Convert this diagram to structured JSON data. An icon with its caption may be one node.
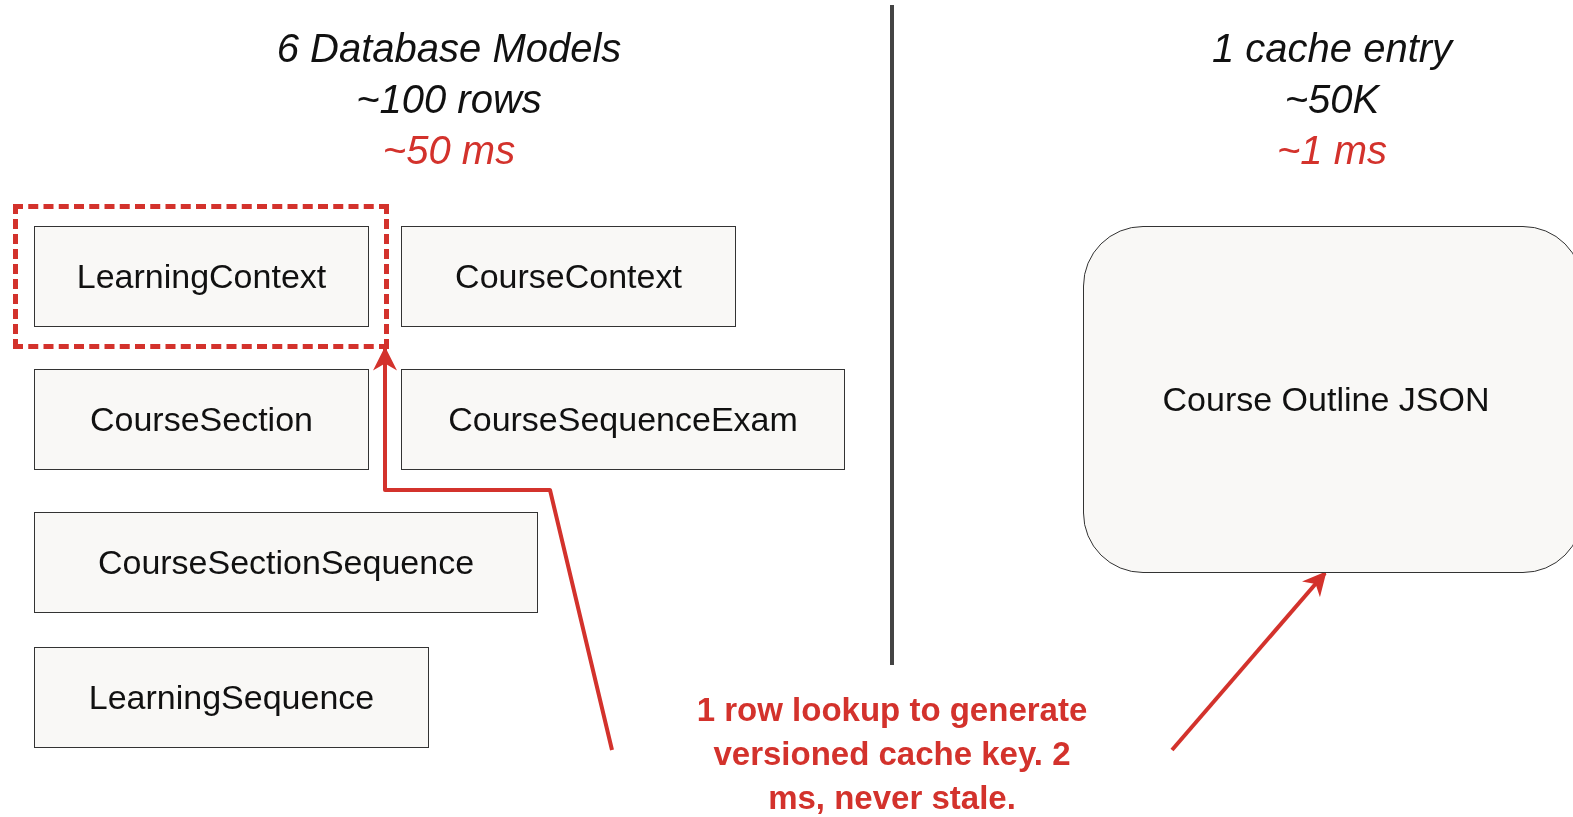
{
  "diagram": {
    "nodes": [
      {
        "text": [],
        "shape": "box"
      },
      {
        "text": [
          "LearningContext"
        ],
        "in": 0
      },
      {
        "text": [
          "CourseContext"
        ]
      },
      {
        "text": [
          "CourseSection"
        ]
      },
      {
        "text": [
          "CourseSequenceExam"
        ]
      },
      {
        "text": [
          "CourseSectionSequence"
        ]
      },
      {
        "text": [
          "LearningSequence"
        ]
      },
      {
        "text": [
          "Course Outline JSON"
        ]
      },
      {
        "text": [
          "1 row lookup to generate versioned cache key. 2 ms, never stale."
        ]
      }
    ],
    "edges": [
      {
        "from": 8,
        "to": 0,
        "arrow": "to"
      },
      {
        "from": 8,
        "to": 7,
        "arrow": "to"
      }
    ],
    "labels": [
      "6 Database Models",
      "~100 rows",
      "~50 ms",
      "1 cache entry",
      "~50K",
      "~1 ms"
    ]
  }
}
